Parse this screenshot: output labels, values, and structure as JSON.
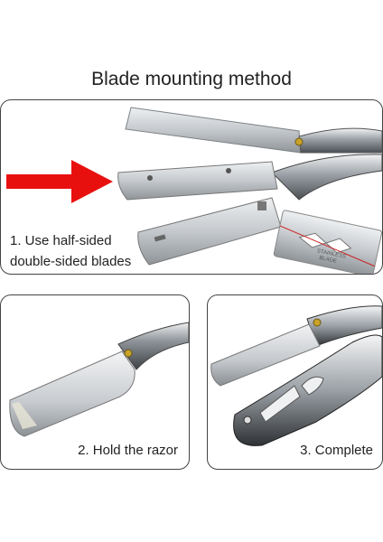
{
  "title": "Blade mounting method",
  "steps": [
    {
      "line1": "1. Use half-sided",
      "line2": "double-sided blades"
    },
    {
      "label": "2. Hold the razor"
    },
    {
      "label": "3. Complete"
    }
  ],
  "blade_stamp": {
    "line1": "STAINLESS",
    "line2": "BLADE"
  },
  "colors": {
    "arrow": "#e8100f",
    "border": "#444444",
    "steel": "#c9ccd0"
  },
  "icons": [
    "red-arrow-icon",
    "razor-illustration",
    "double-edge-blade-illustration"
  ]
}
